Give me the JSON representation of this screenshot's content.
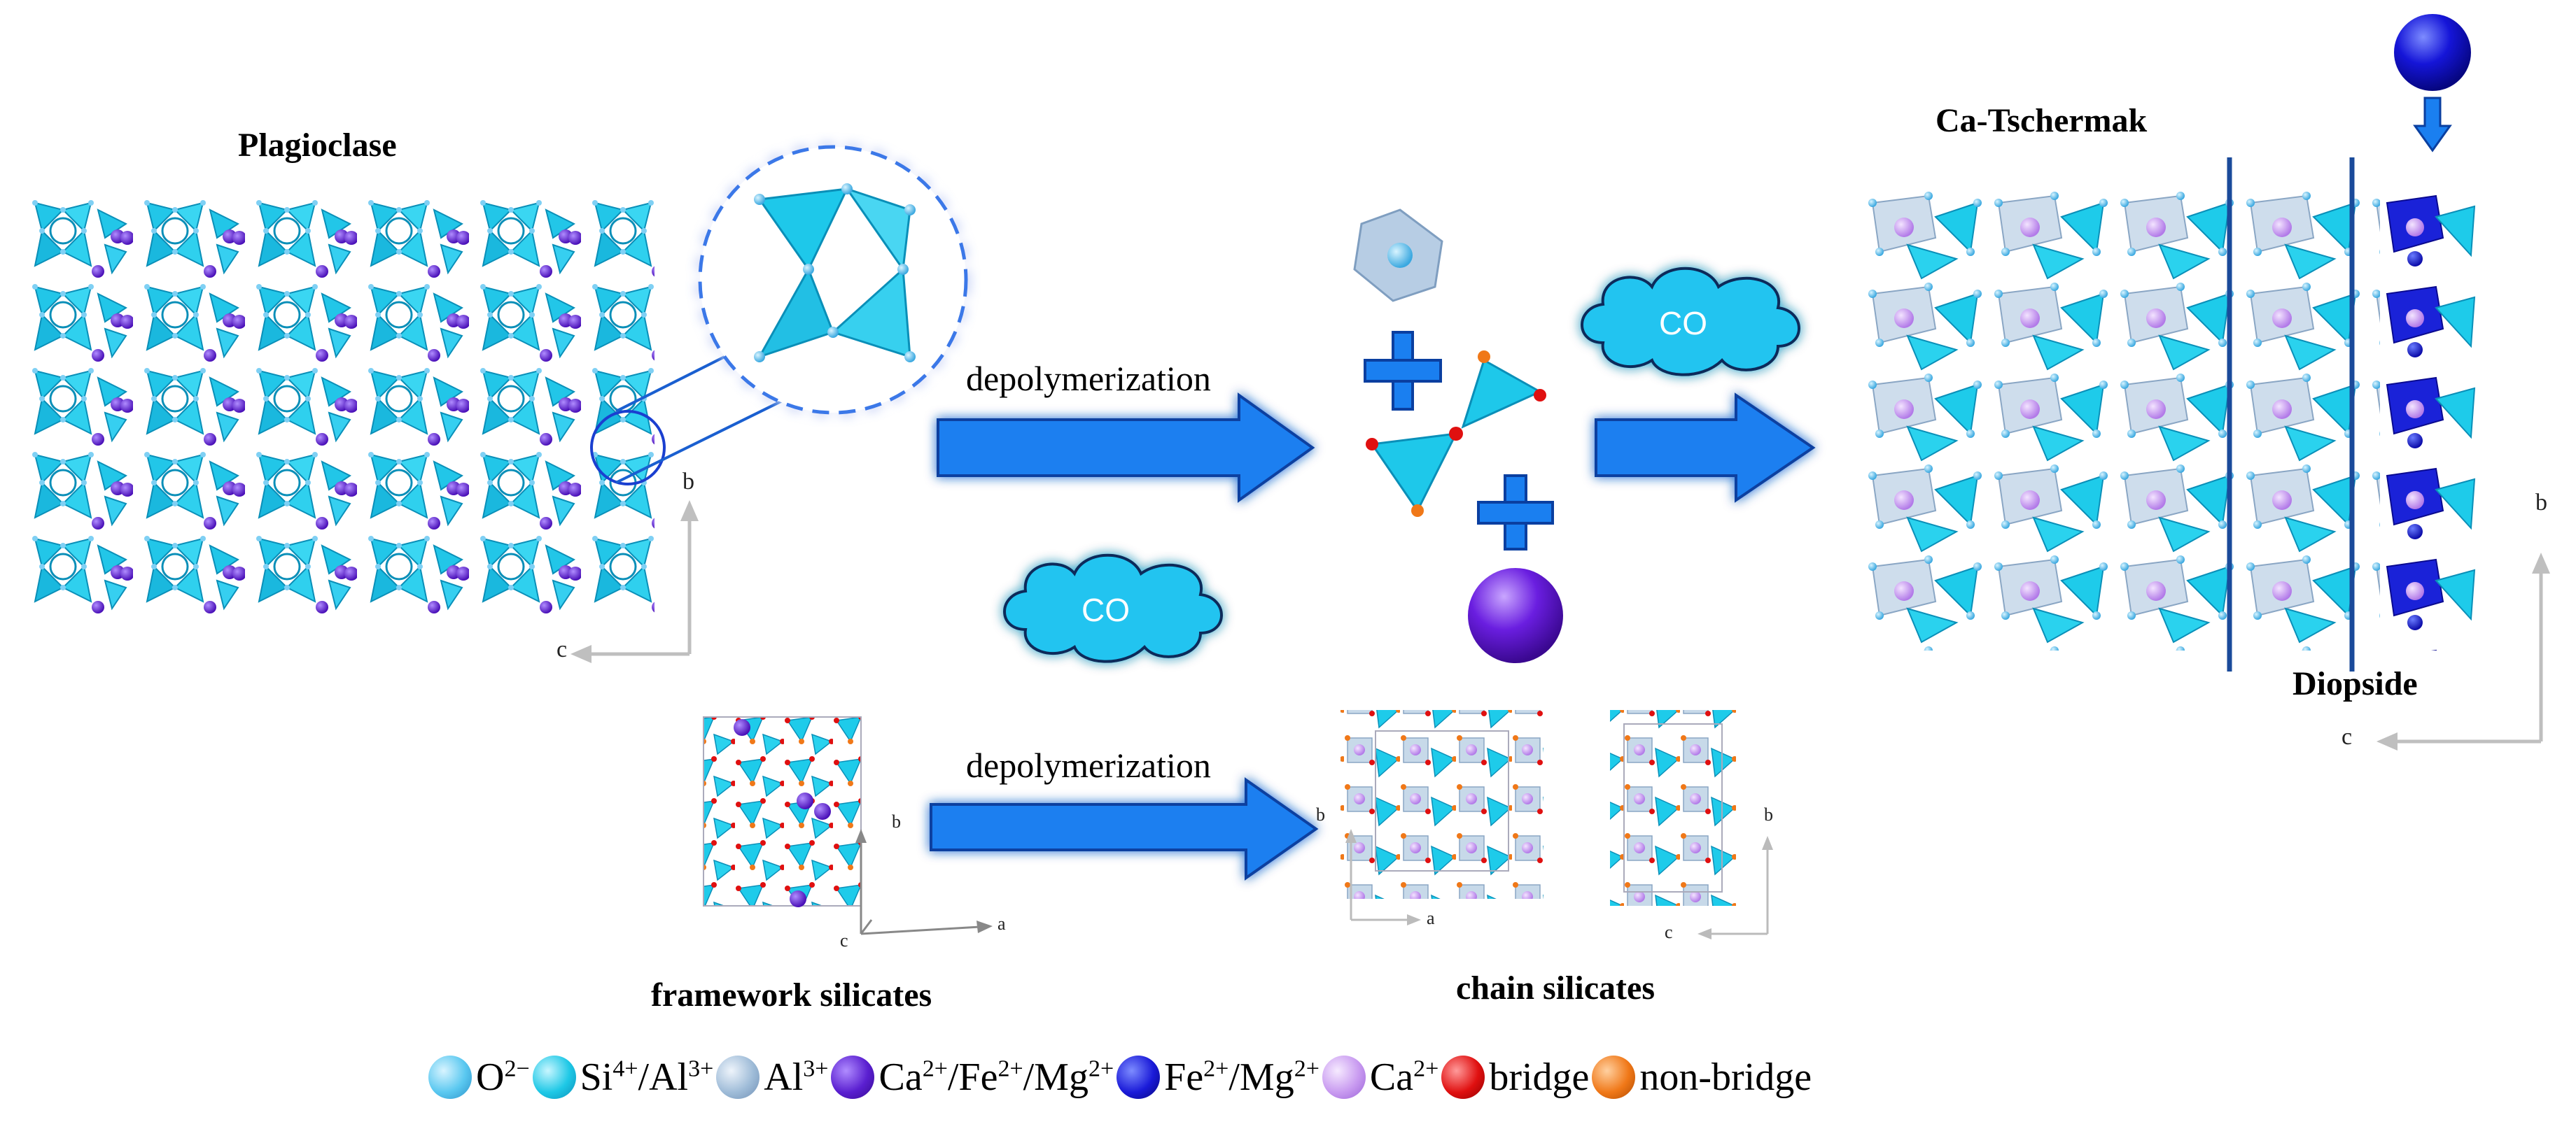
{
  "titles": {
    "plagioclase": "Plagioclase",
    "ca_tschermak": "Ca-Tschermak",
    "diopside": "Diopside",
    "framework": "framework silicates",
    "chain": "chain silicates"
  },
  "arrows": {
    "top_label": "depolymerization",
    "bottom_label": "depolymerization"
  },
  "clouds": {
    "cloud_top": "CO",
    "cloud_mid": "CO"
  },
  "axes": {
    "plag_b": "b",
    "plag_c": "c",
    "diop_b": "b",
    "diop_c": "c",
    "frame_b": "b",
    "frame_a": "a",
    "frame_c": "c",
    "chain1_b": "b",
    "chain1_a": "a",
    "chain2_b": "b",
    "chain2_c": "c"
  },
  "legend": [
    {
      "name": "O",
      "sup": "2−",
      "color": "#5ac8f0"
    },
    {
      "name": "Si",
      "sup": "4+",
      "name2": "/Al",
      "sup2": "3+",
      "color": "#1ec8e6"
    },
    {
      "name": "Al",
      "sup": "3+",
      "color": "#9fbcd8"
    },
    {
      "name": "Ca",
      "sup": "2+",
      "name2": "/Fe",
      "sup2": "2+",
      "name3": "/Mg",
      "sup3": "2+",
      "color": "#5a1fd0"
    },
    {
      "name": "Fe",
      "sup": "2+",
      "name2": "/Mg",
      "sup2": "2+",
      "color": "#1a1ad8"
    },
    {
      "name": "Ca",
      "sup": "2+",
      "color": "#c89af0"
    },
    {
      "name": "bridge",
      "color": "#e01010"
    },
    {
      "name": "non-bridge",
      "color": "#f07818"
    }
  ]
}
